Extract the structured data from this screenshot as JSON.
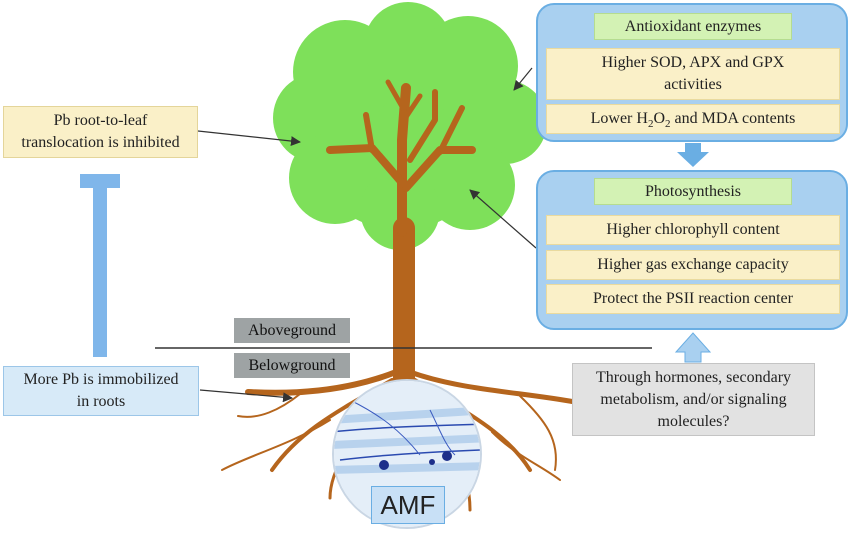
{
  "left": {
    "inhibited_line1": "Pb root-to-leaf",
    "inhibited_line2": "translocation is inhibited",
    "immobilized_line1": "More Pb is immobilized",
    "immobilized_line2": "in roots"
  },
  "ground": {
    "above": "Aboveground",
    "below": "Belowground"
  },
  "antioxidant": {
    "title": "Antioxidant enzymes",
    "item1_line1": "Higher SOD, APX and GPX",
    "item1_line2": "activities",
    "item2_pre": "Lower H",
    "item2_sub1": "2",
    "item2_mid": "O",
    "item2_sub2": "2",
    "item2_post": " and MDA contents"
  },
  "photosynthesis": {
    "title": "Photosynthesis",
    "items": [
      "Higher chlorophyll content",
      "Higher gas exchange capacity",
      "Protect the PSII reaction center"
    ]
  },
  "mechanism": {
    "line1": "Through hormones, secondary",
    "line2": "metabolism, and/or signaling",
    "line3": "molecules?"
  },
  "amf_label": "AMF",
  "colors": {
    "canopy": "#7ee05a",
    "trunk": "#b5651d",
    "panel_fill": "#a9d0f0",
    "panel_border": "#6aaee3",
    "arrow_blue": "#6aaee3",
    "inhibition_bar": "#7fb6ea"
  }
}
